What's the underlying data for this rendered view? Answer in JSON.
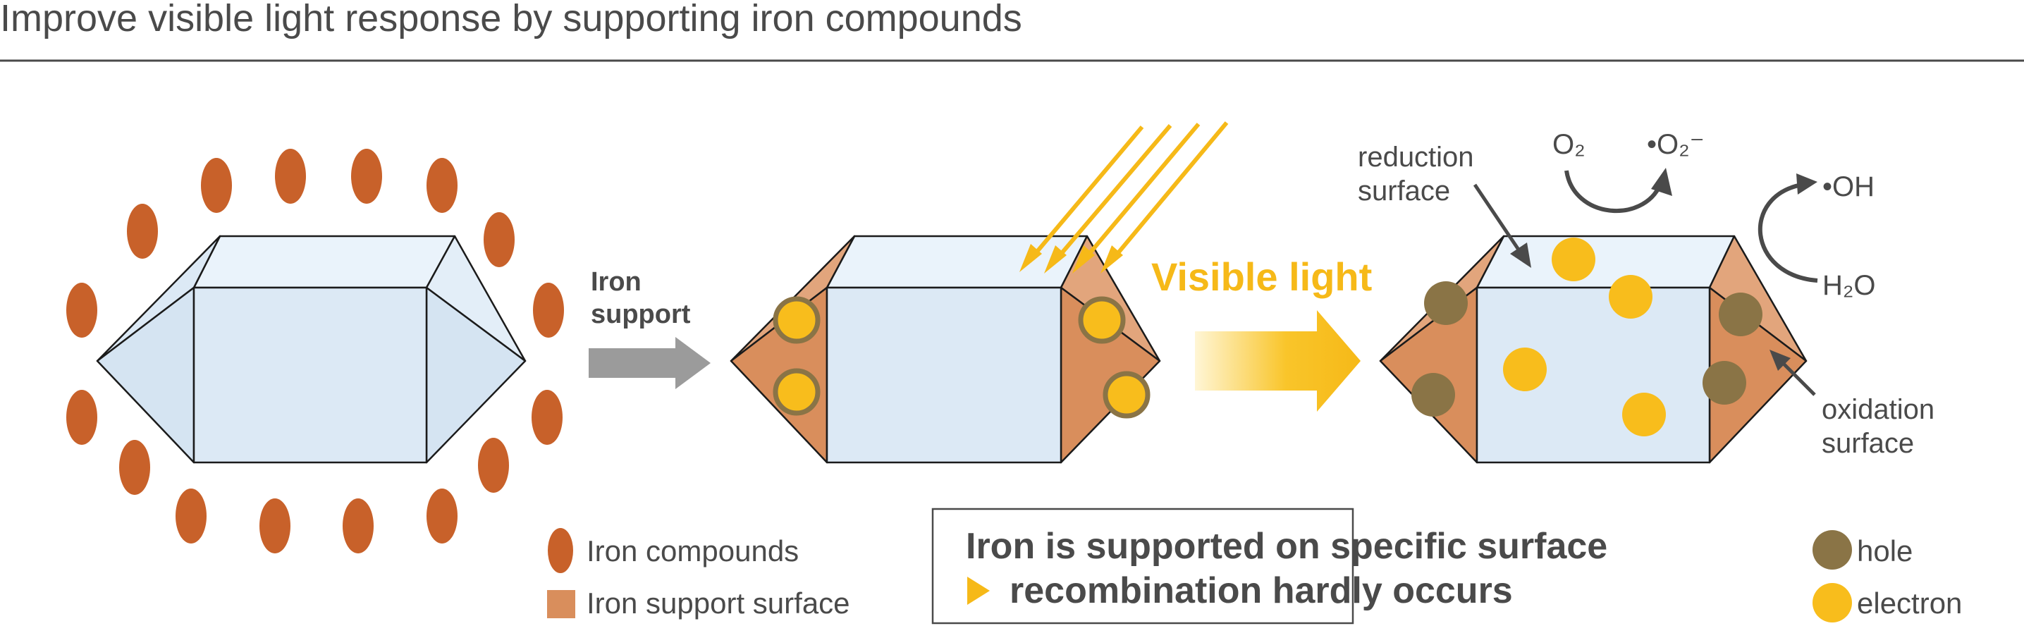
{
  "title": "Improve visible light response by supporting iron compounds",
  "labels": {
    "iron_support_line1": "Iron",
    "iron_support_line2": "support",
    "visible_light": "Visible light",
    "reduction_line1": "reduction",
    "reduction_line2": "surface",
    "oxidation_line1": "oxidation",
    "oxidation_line2": "surface",
    "o2": "O₂",
    "o2_radical": "•O₂⁻",
    "oh_radical": "•OH",
    "h2o": "H₂O"
  },
  "legend_left": {
    "iron_compounds": "Iron compounds",
    "iron_support_surface": "Iron support surface"
  },
  "note_box": {
    "line1": "Iron is supported on specific surface",
    "line2": "recombination hardly occurs"
  },
  "legend_right": {
    "hole": "hole",
    "electron": "electron"
  },
  "colors": {
    "crystal_face": "#dce9f5",
    "crystal_top": "#eaf3fb",
    "crystal_stroke": "#1b1b1b",
    "iron_compound": "#c8612a",
    "iron_support_face": "#d98e5c",
    "iron_support_light": "#e2a57c",
    "electron": "#f8bd1c",
    "hole": "#8a7446",
    "arrow_gray": "#9b9b9b",
    "visible_light": "#f6b918",
    "text_dark": "#4a4a4a"
  },
  "icons": [
    "light-ray-icon",
    "reaction-arc-arrow-icon",
    "pointer-arrow-icon",
    "triangle-bullet-icon"
  ]
}
